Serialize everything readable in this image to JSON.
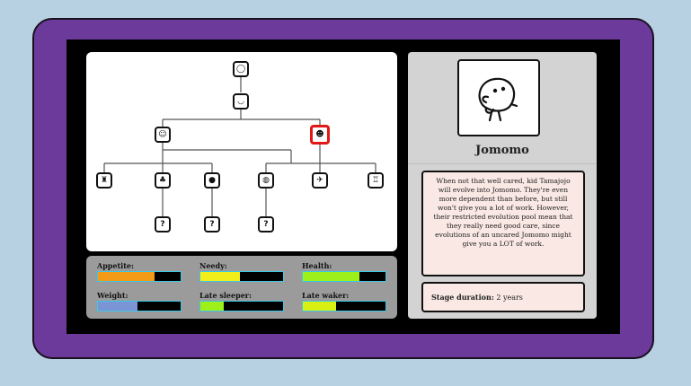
{
  "tree": {
    "nodes": [
      {
        "id": "egg",
        "glyph": "◯",
        "icon": "egg-icon"
      },
      {
        "id": "baby",
        "glyph": "◡",
        "icon": "baby-blob-icon"
      },
      {
        "id": "child-a",
        "glyph": "☺",
        "icon": "child-a-icon"
      },
      {
        "id": "child-b",
        "glyph": "☻",
        "icon": "child-b-icon"
      },
      {
        "id": "teen-1",
        "glyph": "♜",
        "icon": "teen-1-icon"
      },
      {
        "id": "teen-2",
        "glyph": "♣",
        "icon": "teen-2-icon"
      },
      {
        "id": "teen-3",
        "glyph": "●",
        "icon": "teen-3-icon"
      },
      {
        "id": "teen-4",
        "glyph": "◍",
        "icon": "teen-4-icon"
      },
      {
        "id": "teen-5",
        "glyph": "✈",
        "icon": "teen-5-icon"
      },
      {
        "id": "teen-6",
        "glyph": "♖",
        "icon": "teen-6-icon"
      },
      {
        "id": "unknown-1",
        "glyph": "?",
        "icon": "unknown-icon"
      },
      {
        "id": "unknown-2",
        "glyph": "?",
        "icon": "unknown-icon"
      },
      {
        "id": "unknown-3",
        "glyph": "?",
        "icon": "unknown-icon"
      }
    ],
    "selected": "child-b"
  },
  "stats": [
    {
      "label": "Appetite:",
      "fill": 0.68,
      "color": "#f39a17"
    },
    {
      "label": "Needy:",
      "fill": 0.48,
      "color": "#f2ee1a"
    },
    {
      "label": "Health:",
      "fill": 0.68,
      "color": "#9ef01a"
    },
    {
      "label": "Weight:",
      "fill": 0.48,
      "color": "#7a94d6"
    },
    {
      "label": "Late sleeper:",
      "fill": 0.28,
      "color": "#9ef01a"
    },
    {
      "label": "Late waker:",
      "fill": 0.4,
      "color": "#d8ef12"
    }
  ],
  "character": {
    "name": "Jomomo",
    "portrait_icon": "jomomo-creature-icon",
    "description": "When not that well cared, kid Tamajojo will evolve into Jomomo. They're even more dependent than before, but still won't give you a lot of work. However, their restricted evolution pool mean that they really need good care, since evolutions of an uncared Jomomo might give you a LOT of work.",
    "stage_label": "Stage duration:",
    "stage_value": "2 years"
  },
  "colors": {
    "device": "#6b3a9b",
    "background": "#b7d0e2",
    "selected_border": "#e01818",
    "bar_border": "#3ec7e6"
  }
}
